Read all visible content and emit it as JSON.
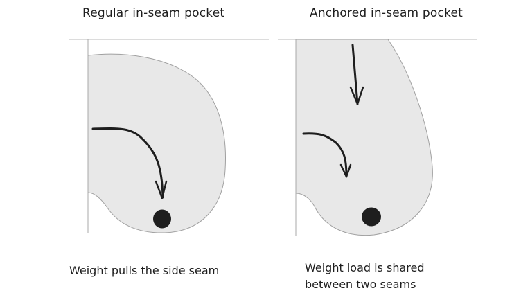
{
  "panels": [
    {
      "title": "Regular in-seam pocket",
      "caption": "Weight pulls the side seam"
    },
    {
      "title": "Anchored in-seam pocket",
      "caption": "Weight load is shared\nbetween two seams"
    }
  ],
  "colors": {
    "pocket_fill": "#e8e8e8",
    "pocket_stroke": "#a0a0a0",
    "seam_line": "#b0b0b0",
    "ink": "#1e1e1e"
  }
}
